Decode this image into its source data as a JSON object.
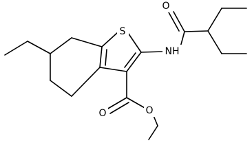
{
  "atoms": {
    "sulfur": "S",
    "amide_oxygen": "O",
    "amide_nh": "NH",
    "ester_carbonyl_oxygen": "O",
    "ester_ether_oxygen": "O"
  }
}
